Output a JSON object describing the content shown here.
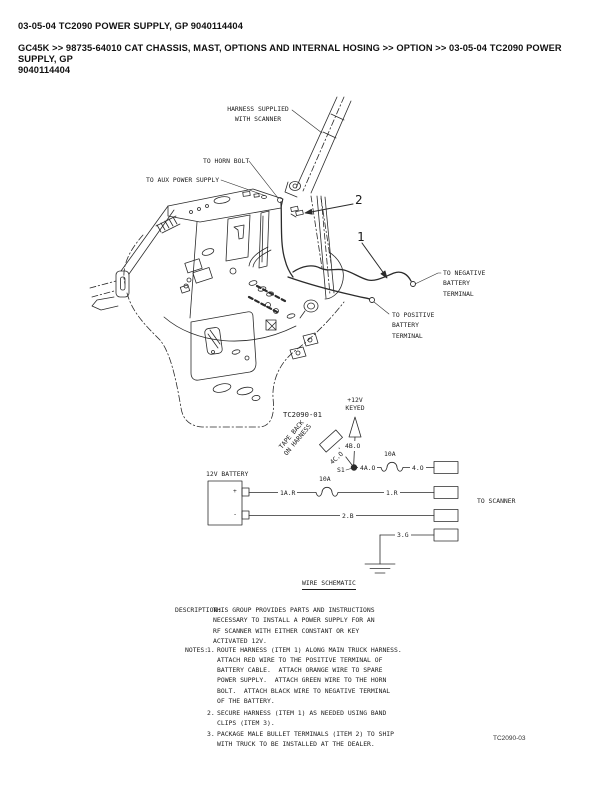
{
  "header": {
    "title": "03-05-04 TC2090 POWER SUPPLY, GP 9040114404",
    "breadcrumb": "GC45K >> 98735-64010 CAT CHASSIS, MAST, OPTIONS AND INTERNAL HOSING >> OPTION >> 03-05-04 TC2090 POWER SUPPLY, GP\n9040114404"
  },
  "figure": {
    "callouts": {
      "harness_supplied": "HARNESS SUPPLIED\nWITH SCANNER",
      "to_horn_bolt": "TO HORN BOLT",
      "to_aux_power_supply": "TO AUX POWER SUPPLY",
      "to_negative_battery": "TO NEGATIVE\nBATTERY\nTERMINAL",
      "to_positive_battery": "TO POSITIVE\nBATTERY\nTERMINAL",
      "item_1": "1",
      "item_2": "2"
    },
    "schematic": {
      "ref": "TC2090-01",
      "keyed": "+12V\nKEYED",
      "tape_back": "TAPE BACK\nON HARNESS",
      "battery": "12V BATTERY",
      "battery_plus": "+",
      "battery_minus": "-",
      "splice": "S1",
      "fuse_top": "10A",
      "fuse_mid": "10A",
      "wire_4b": "4B.O",
      "wire_4c": "4C.O",
      "wire_4a": "4A.O",
      "wire_4": "4.O",
      "wire_1a": "1A.R",
      "wire_1": "1.R",
      "wire_2": "2.B",
      "wire_3": "3.G",
      "to_scanner": "TO SCANNER",
      "caption": "WIRE SCHEMATIC"
    }
  },
  "body": {
    "description_label": "DESCRIPTION:",
    "description": "THIS GROUP PROVIDES PARTS AND INSTRUCTIONS\nNECESSARY TO INSTALL A POWER SUPPLY FOR AN\nRF SCANNER WITH EITHER CONSTANT OR KEY\nACTIVATED 12V.",
    "notes_label": "NOTES:",
    "notes": [
      {
        "num": "1.",
        "text": "ROUTE HARNESS (ITEM 1) ALONG MAIN TRUCK HARNESS.\nATTACH RED WIRE TO THE POSITIVE TERMINAL OF\nBATTERY CABLE.  ATTACH ORANGE WIRE TO SPARE\nPOWER SUPPLY.  ATTACH GREEN WIRE TO THE HORN\nBOLT.  ATTACH BLACK WIRE TO NEGATIVE TERMINAL\nOF THE BATTERY."
      },
      {
        "num": "2.",
        "text": "SECURE HARNESS (ITEM 1) AS NEEDED USING BAND\nCLIPS (ITEM 3)."
      },
      {
        "num": "3.",
        "text": "PACKAGE MALE BULLET TERMINALS (ITEM 2) TO SHIP\nWITH TRUCK TO BE INSTALLED AT THE DEALER."
      }
    ],
    "footer_ref": "TC2090-03"
  }
}
